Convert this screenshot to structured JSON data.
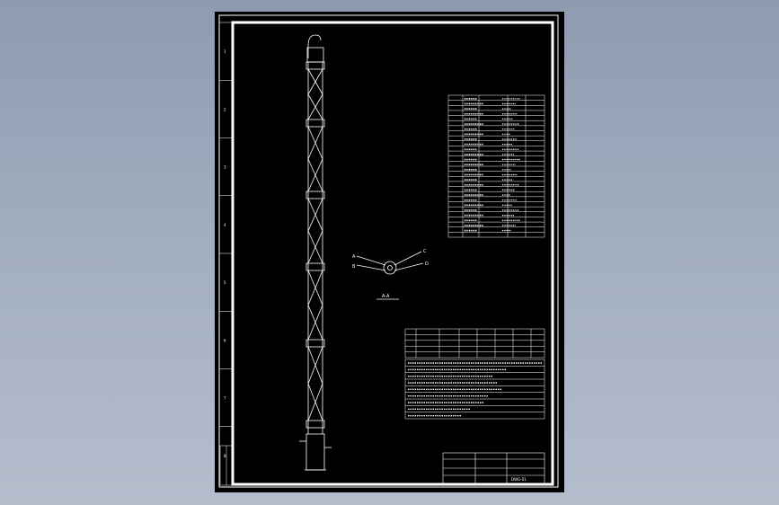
{
  "colors": {
    "background_top": "#8e9bb0",
    "background_bottom": "#b4bdcc",
    "sheet": "#000000",
    "line": "#ffffff"
  },
  "drawing": {
    "border_zone_labels": [
      "1",
      "2",
      "3",
      "4",
      "5",
      "6",
      "7",
      "8"
    ],
    "detail_view": {
      "label_left_top": "A",
      "label_left_bottom": "B",
      "label_right_top": "C",
      "label_right_bottom": "D",
      "caption": "A-A"
    },
    "title_block": {
      "drawing_no": "DWG-01"
    }
  }
}
